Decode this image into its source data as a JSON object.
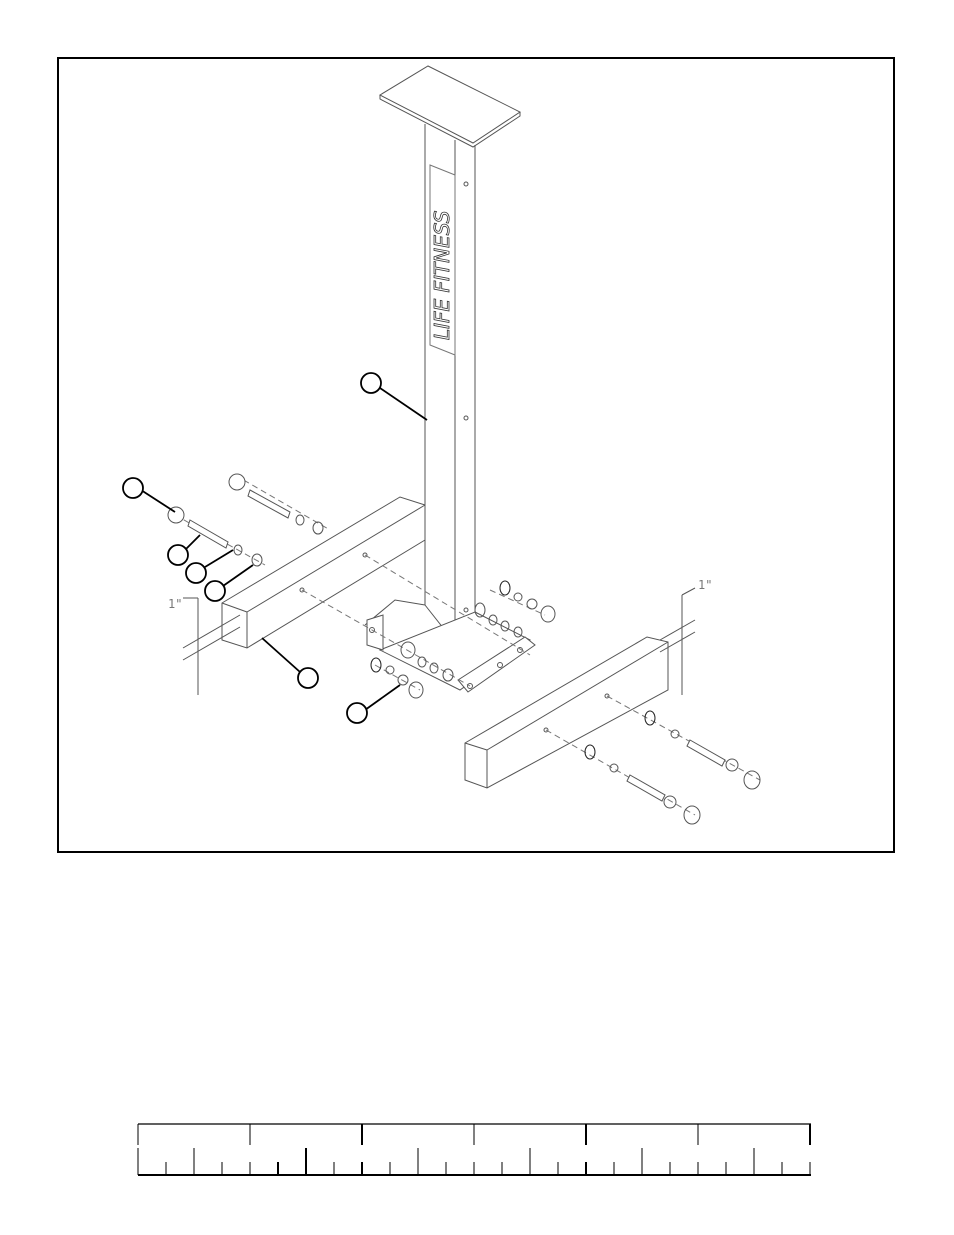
{
  "drawing": {
    "brand_text": "LIFE FITNESS",
    "dimension_left": "1\"",
    "dimension_right": "1\"",
    "callouts": [
      {
        "id": "upright-callout",
        "label": ""
      },
      {
        "id": "end-cap-callout",
        "label": ""
      },
      {
        "id": "bolt-callout",
        "label": ""
      },
      {
        "id": "lock-washer-callout",
        "label": ""
      },
      {
        "id": "flat-washer-callout",
        "label": ""
      },
      {
        "id": "base-tube-callout",
        "label": ""
      },
      {
        "id": "nut-callout",
        "label": ""
      }
    ]
  },
  "ruler": {
    "major_divisions": 6,
    "minor_divisions": 24
  }
}
